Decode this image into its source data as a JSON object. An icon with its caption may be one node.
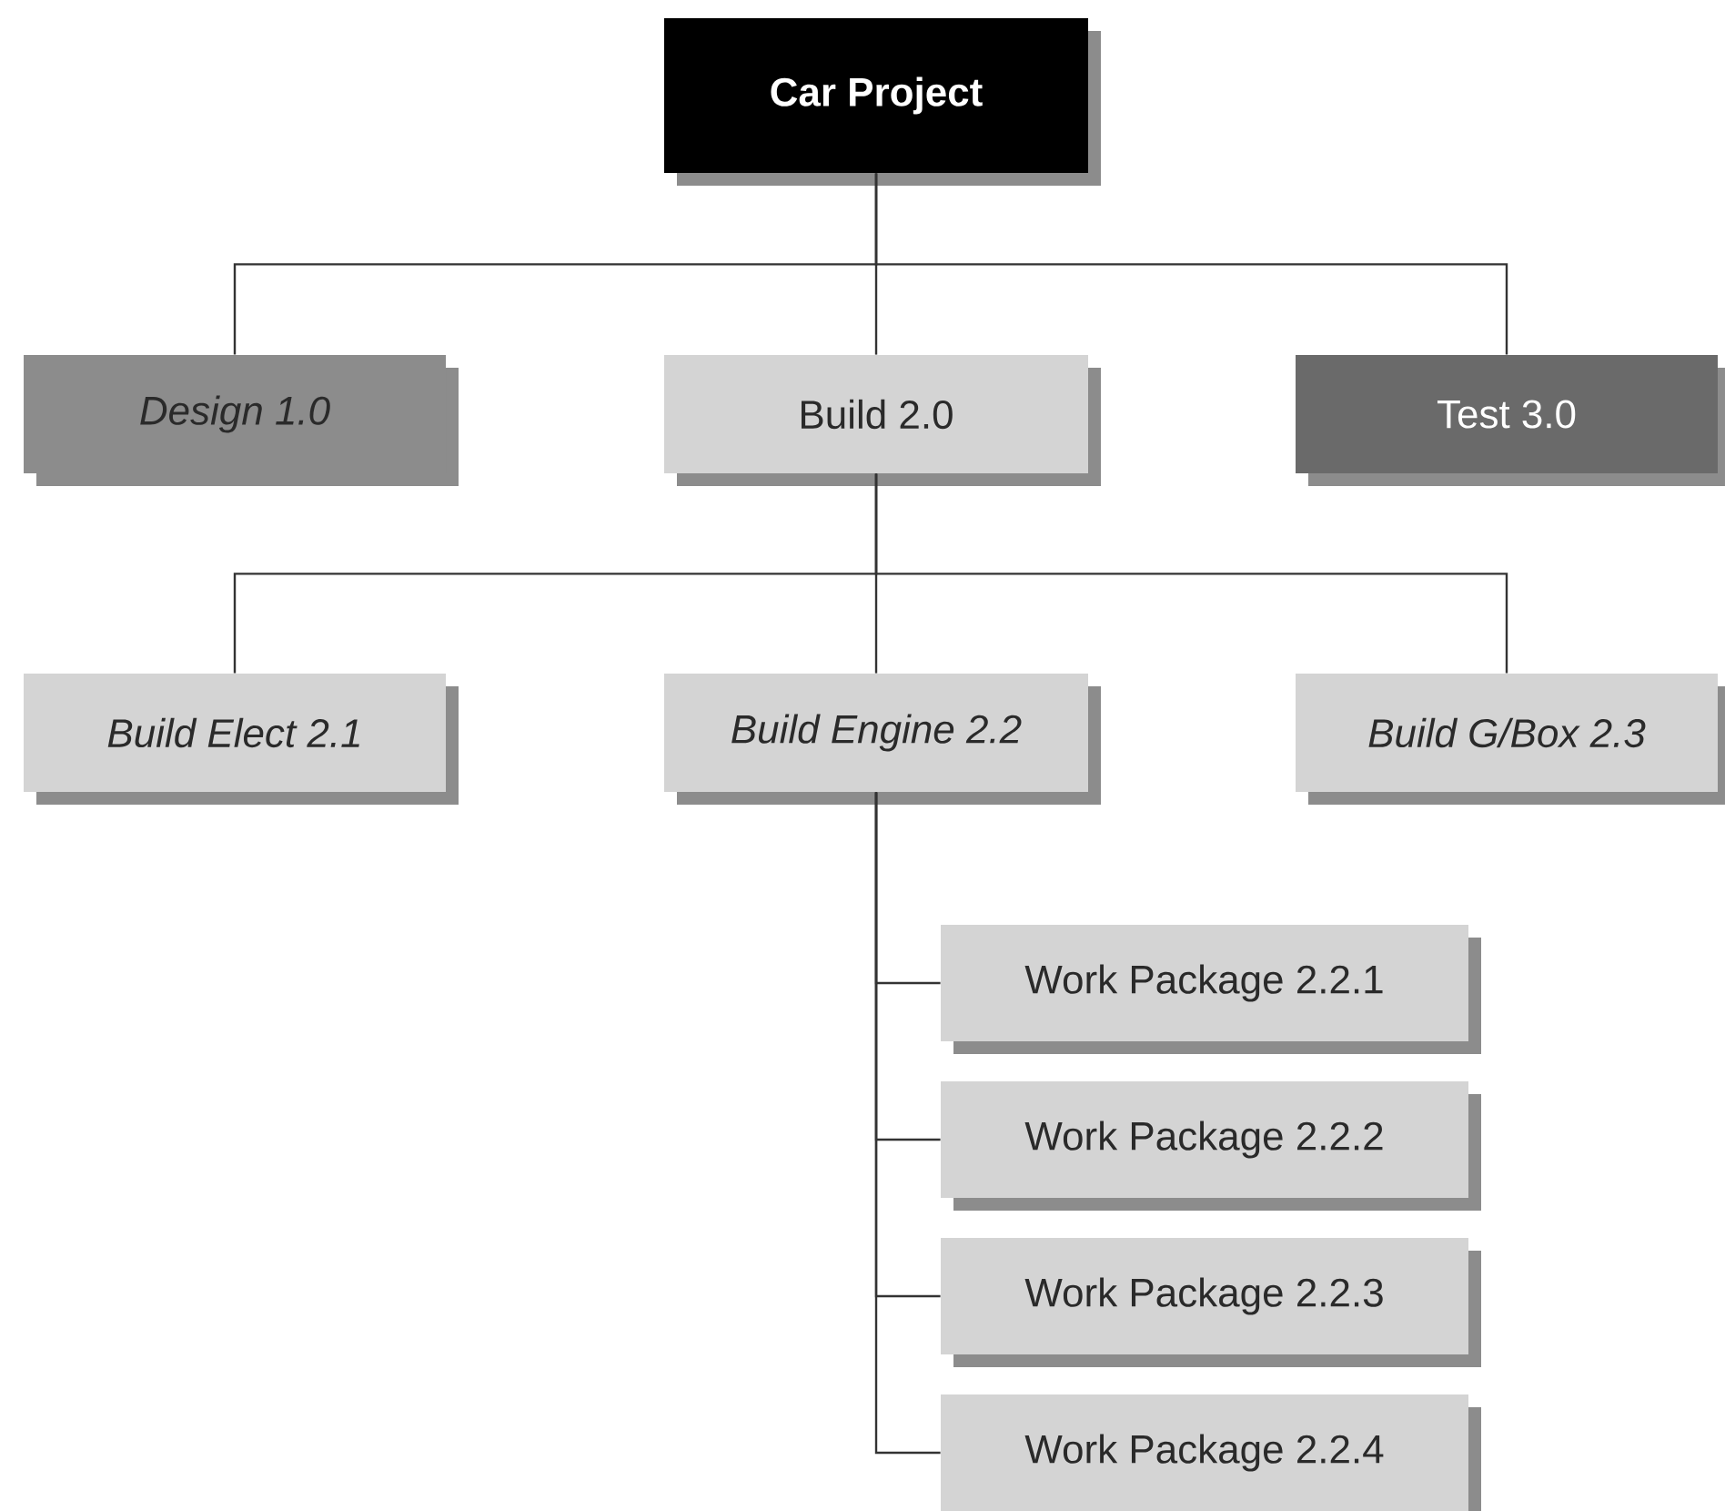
{
  "diagram": {
    "nodes": [
      {
        "text": [
          "Car Project"
        ]
      },
      {
        "text": [
          "Design 1.0"
        ]
      },
      {
        "text": [
          "Build 2.0"
        ]
      },
      {
        "text": [
          "Test 3.0"
        ]
      },
      {
        "text": [
          "Build Elect 2.1"
        ]
      },
      {
        "text": [
          "Build Engine 2.2"
        ]
      },
      {
        "text": [
          "Build G/Box 2.3"
        ]
      },
      {
        "text": [
          "Work Package 2.2.1"
        ]
      },
      {
        "text": [
          "Work Package 2.2.2"
        ]
      },
      {
        "text": [
          "Work Package 2.2.3"
        ]
      },
      {
        "text": [
          "Work Package 2.2.4"
        ]
      }
    ],
    "edges": [
      {
        "from": 0,
        "to": 1,
        "arrow": "none"
      },
      {
        "from": 0,
        "to": 2,
        "arrow": "none"
      },
      {
        "from": 0,
        "to": 3,
        "arrow": "none"
      },
      {
        "from": 2,
        "to": 4,
        "arrow": "none"
      },
      {
        "from": 2,
        "to": 5,
        "arrow": "none"
      },
      {
        "from": 2,
        "to": 6,
        "arrow": "none"
      },
      {
        "from": 5,
        "to": 7,
        "arrow": "none"
      },
      {
        "from": 5,
        "to": 8,
        "arrow": "none"
      },
      {
        "from": 5,
        "to": 9,
        "arrow": "none"
      },
      {
        "from": 5,
        "to": 10,
        "arrow": "none"
      }
    ]
  }
}
